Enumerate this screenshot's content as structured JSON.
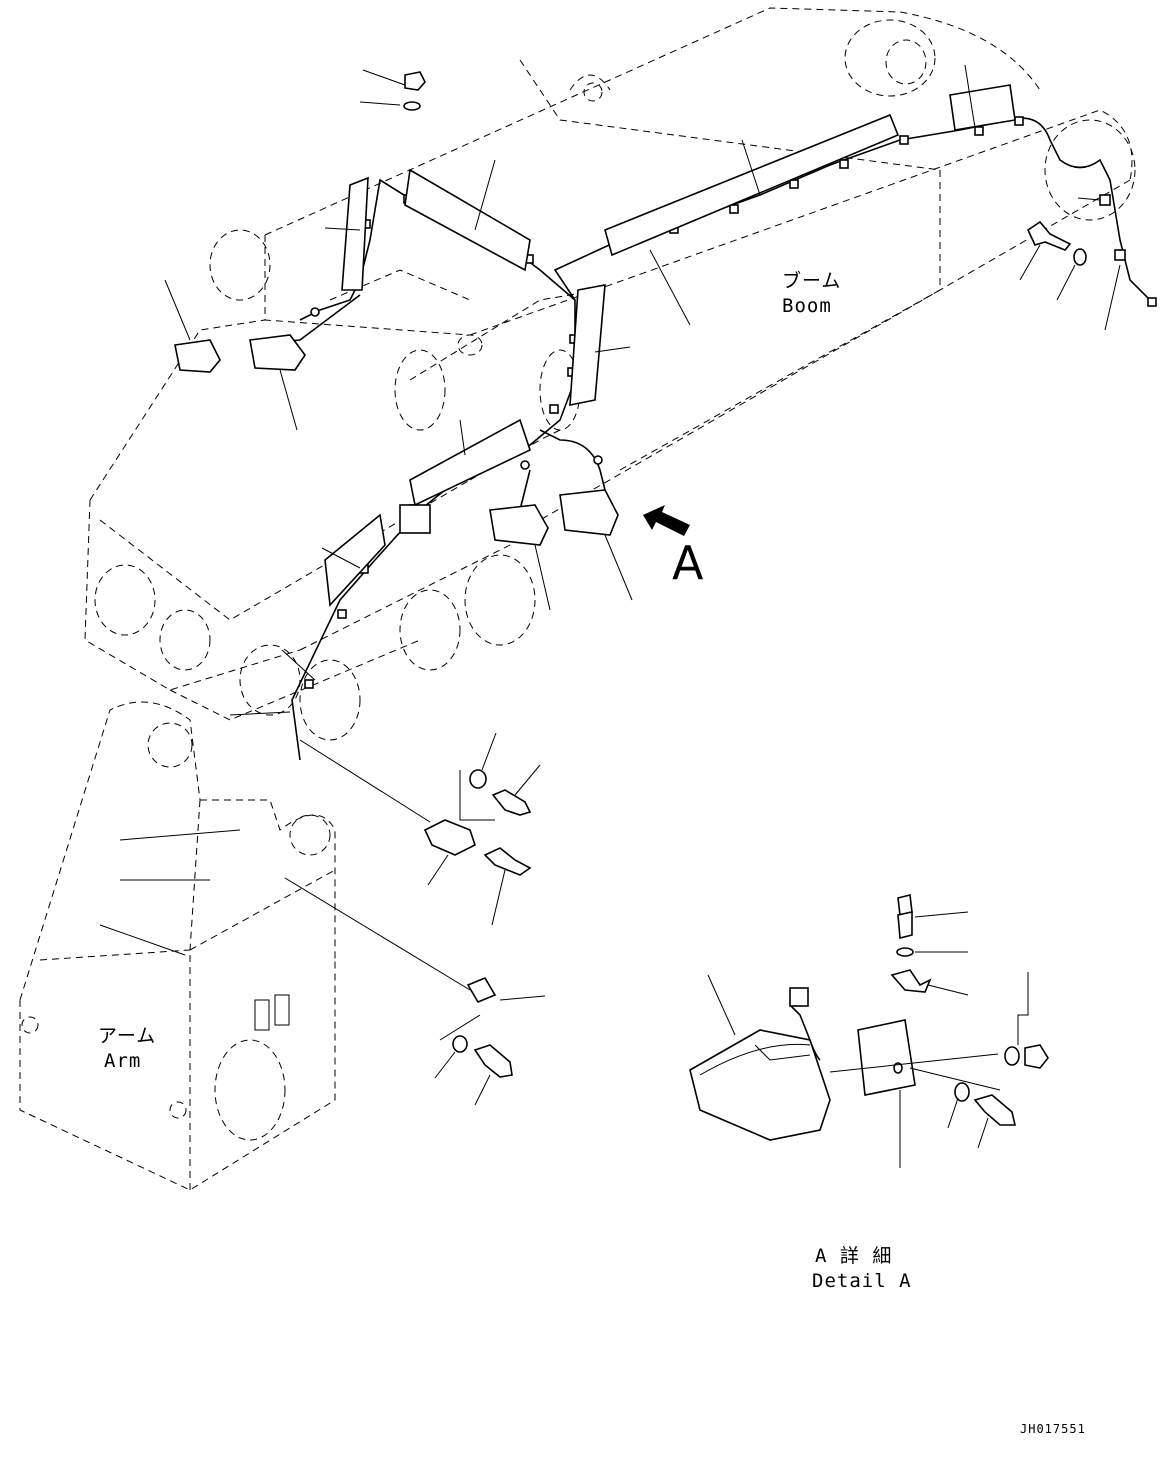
{
  "labels": {
    "boom_jp": "ブーム",
    "boom_en": "Boom",
    "arm_jp": "アーム",
    "arm_en": "Arm",
    "view_letter": "A",
    "detail_jp": "A 詳 細",
    "detail_en": "Detail A",
    "drawing_no": "JH017551"
  }
}
